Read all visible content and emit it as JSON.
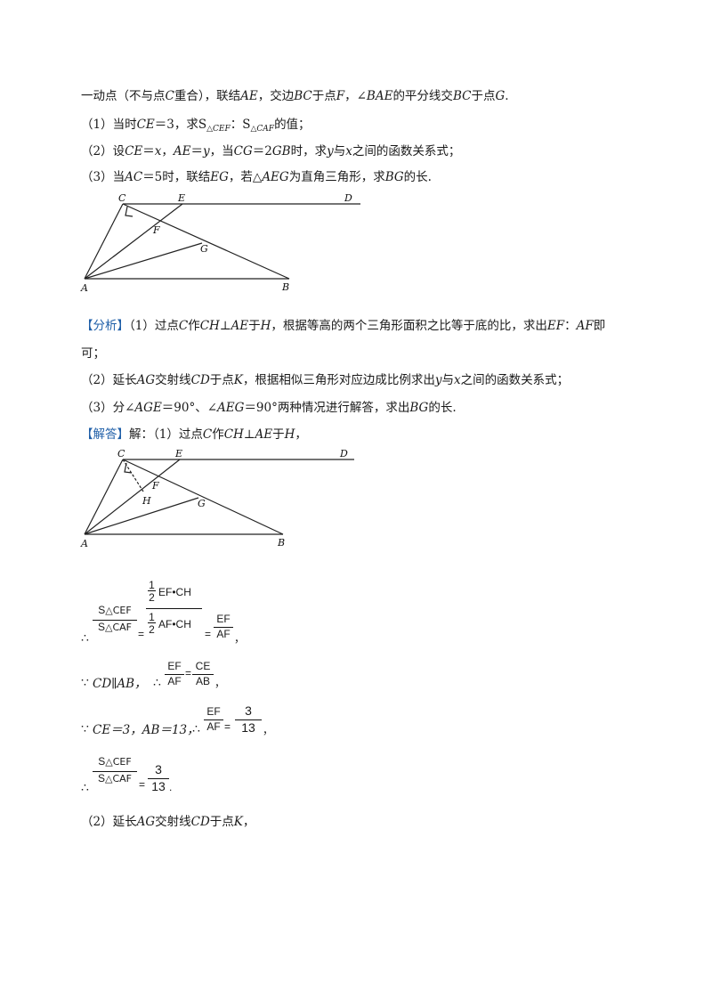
{
  "problem": {
    "line1": {
      "prefix": "一动点（不与点",
      "C": "C",
      "mid1": "重合），联结",
      "AE": "AE",
      "mid2": "，交边",
      "BC": "BC",
      "mid3": "于点",
      "F": "F",
      "mid4": "，∠",
      "BAE": "BAE",
      "mid5": "的平分线交",
      "BC2": "BC",
      "mid6": "于点",
      "G": "G",
      "end": "."
    },
    "q1": {
      "num": "（1）当时",
      "CE": "CE",
      "val": "＝3，求",
      "S1": "S",
      "sub1": "△CEF",
      "colon": "：",
      "S2": "S",
      "sub2": "△CAF",
      "end": "的值；"
    },
    "q2": {
      "num": "（2）设",
      "CE": "CE",
      "t1": "＝",
      "x": "x",
      "t2": "，",
      "AE": "AE",
      "t3": "＝",
      "y": "y",
      "t4": "，当",
      "CG": "CG",
      "t5": "＝2",
      "GB": "GB",
      "t6": "时，求",
      "y2": "y",
      "t7": "与",
      "x2": "x",
      "t8": "之间的函数关系式；"
    },
    "q3": {
      "num": "（3）当",
      "AC": "AC",
      "t1": "＝5时，联结",
      "EG": "EG",
      "t2": "，若△",
      "AEG": "AEG",
      "t3": "为直角三角形，求",
      "BG": "BG",
      "t4": "的长."
    }
  },
  "figure1": {
    "labels": {
      "C": "C",
      "E": "E",
      "D": "D",
      "F": "F",
      "G": "G",
      "A": "A",
      "B": "B"
    }
  },
  "analysis": {
    "tag": "【分析】",
    "p1": {
      "t1": "（1）过点",
      "C": "C",
      "t2": "作",
      "CH": "CH",
      "perp": "⊥",
      "AE": "AE",
      "t3": "于",
      "H": "H",
      "t4": "，根据等高的两个三角形面积之比等于底的比，求出",
      "EF": "EF",
      "colon": "：",
      "AF": "AF",
      "t5": "即",
      "cont": "可；"
    },
    "p2": {
      "t1": "（2）延长",
      "AG": "AG",
      "t2": "交射线",
      "CD": "CD",
      "t3": "于点",
      "K": "K",
      "t4": "，根据相似三角形对应边成比例求出",
      "y": "y",
      "t5": "与",
      "x": "x",
      "t6": "之间的函数关系式；"
    },
    "p3": {
      "t1": "（3）分∠",
      "AGE": "AGE",
      "t2": "＝90°、∠",
      "AEG": "AEG",
      "t3": "＝90°两种情况进行解答，求出",
      "BG": "BG",
      "t4": "的长."
    }
  },
  "solution": {
    "tag": "【解答】",
    "p1": {
      "t1": "解：（1）过点",
      "C": "C",
      "t2": "作",
      "CH": "CH",
      "perp": "⊥",
      "AE": "AE",
      "t3": "于",
      "H": "H",
      "t4": "，"
    },
    "p2": {
      "t1": "（2）延长",
      "AG": "AG",
      "t2": "交射线",
      "CD": "CD",
      "t3": "于点",
      "K": "K",
      "t4": "，"
    }
  },
  "figure2": {
    "labels": {
      "C": "C",
      "E": "E",
      "D": "D",
      "F": "F",
      "H": "H",
      "G": "G",
      "A": "A",
      "B": "B"
    }
  },
  "math": {
    "therefore": "∴",
    "because": "∵",
    "S": "S",
    "sub_cef": "△CEF",
    "sub_caf": "△CAF",
    "half_num": "1",
    "half_den": "2",
    "ef_ch": "EF•CH",
    "af_ch": "AF•CH",
    "EF": "EF",
    "AF": "AF",
    "CE": "CE",
    "AB": "AB",
    "eq": "=",
    "comma": "，",
    "period": ".",
    "cd_ab": "CD∥AB，",
    "ce3": "CE＝3，AB＝13，",
    "three": "3",
    "thirteen": "13"
  }
}
